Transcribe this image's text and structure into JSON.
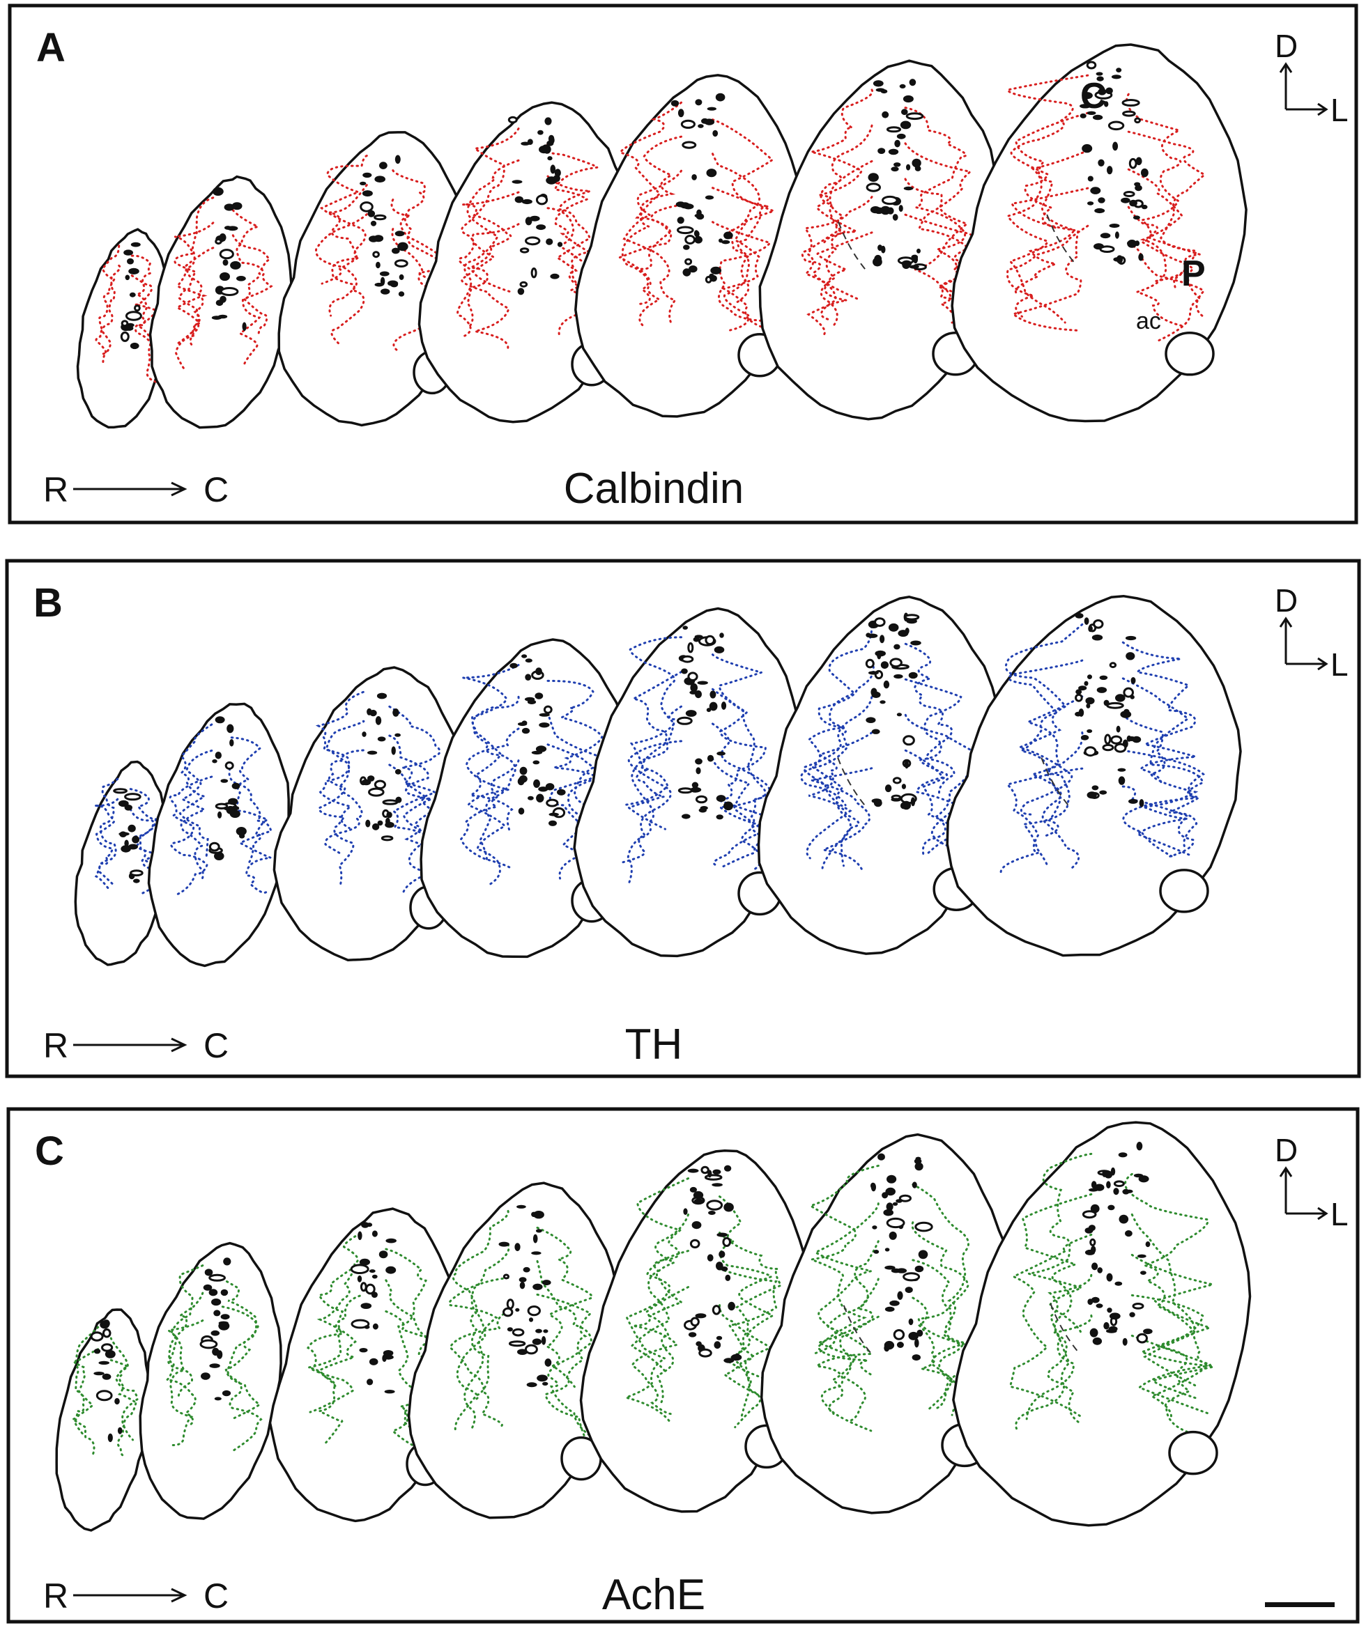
{
  "panels": [
    {
      "letter": "A",
      "title": "Calbindin",
      "stain_color": "#d81e1e"
    },
    {
      "letter": "B",
      "title": "TH",
      "stain_color": "#1f3fb0"
    },
    {
      "letter": "C",
      "title": "AchE",
      "stain_color": "#2e8b2e"
    }
  ],
  "orientation": {
    "dorsal": "D",
    "lateral": "L",
    "rostral": "R",
    "caudal": "C"
  },
  "region_labels": {
    "caudate": "C",
    "putamen": "P",
    "anterior_commissure": "ac"
  },
  "section_count": 7
}
